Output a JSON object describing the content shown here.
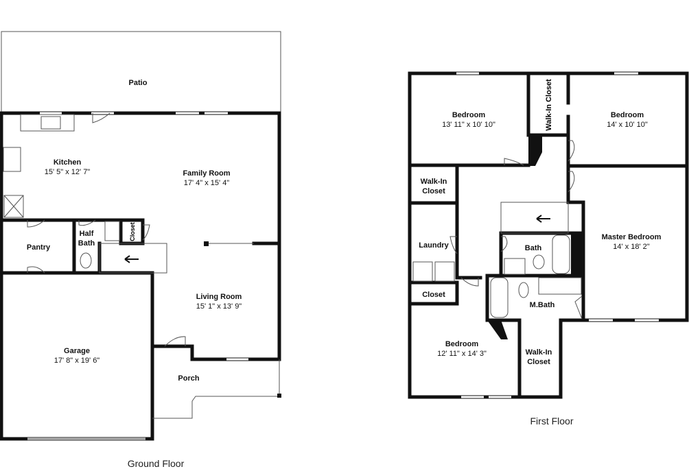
{
  "ground_floor": {
    "caption": "Ground Floor",
    "rooms": [
      {
        "name": "Patio",
        "size": ""
      },
      {
        "name": "Kitchen",
        "size": "15' 5\" x 12' 7\""
      },
      {
        "name": "Family Room",
        "size": "17' 4\" x 15' 4\""
      },
      {
        "name": "Pantry",
        "size": ""
      },
      {
        "name": "Half Bath",
        "size": ""
      },
      {
        "name": "Closet",
        "size": ""
      },
      {
        "name": "Living Room",
        "size": "15' 1\" x 13' 9\""
      },
      {
        "name": "Garage",
        "size": "17' 8\" x 19' 6\""
      },
      {
        "name": "Porch",
        "size": ""
      }
    ]
  },
  "first_floor": {
    "caption": "First Floor",
    "rooms": [
      {
        "name": "Bedroom",
        "size": "13' 11\" x 10' 10\""
      },
      {
        "name": "Walk-In Closet",
        "size": ""
      },
      {
        "name": "Bedroom",
        "size": "14' x 10' 10\""
      },
      {
        "name": "Walk-In Closet",
        "size": ""
      },
      {
        "name": "Laundry",
        "size": ""
      },
      {
        "name": "Bath",
        "size": ""
      },
      {
        "name": "Master Bedroom",
        "size": "14' x 18' 2\""
      },
      {
        "name": "Closet",
        "size": ""
      },
      {
        "name": "M.Bath",
        "size": ""
      },
      {
        "name": "Bedroom",
        "size": "12' 11\" x 14' 3\""
      },
      {
        "name": "Walk-In Closet",
        "size": ""
      }
    ]
  }
}
